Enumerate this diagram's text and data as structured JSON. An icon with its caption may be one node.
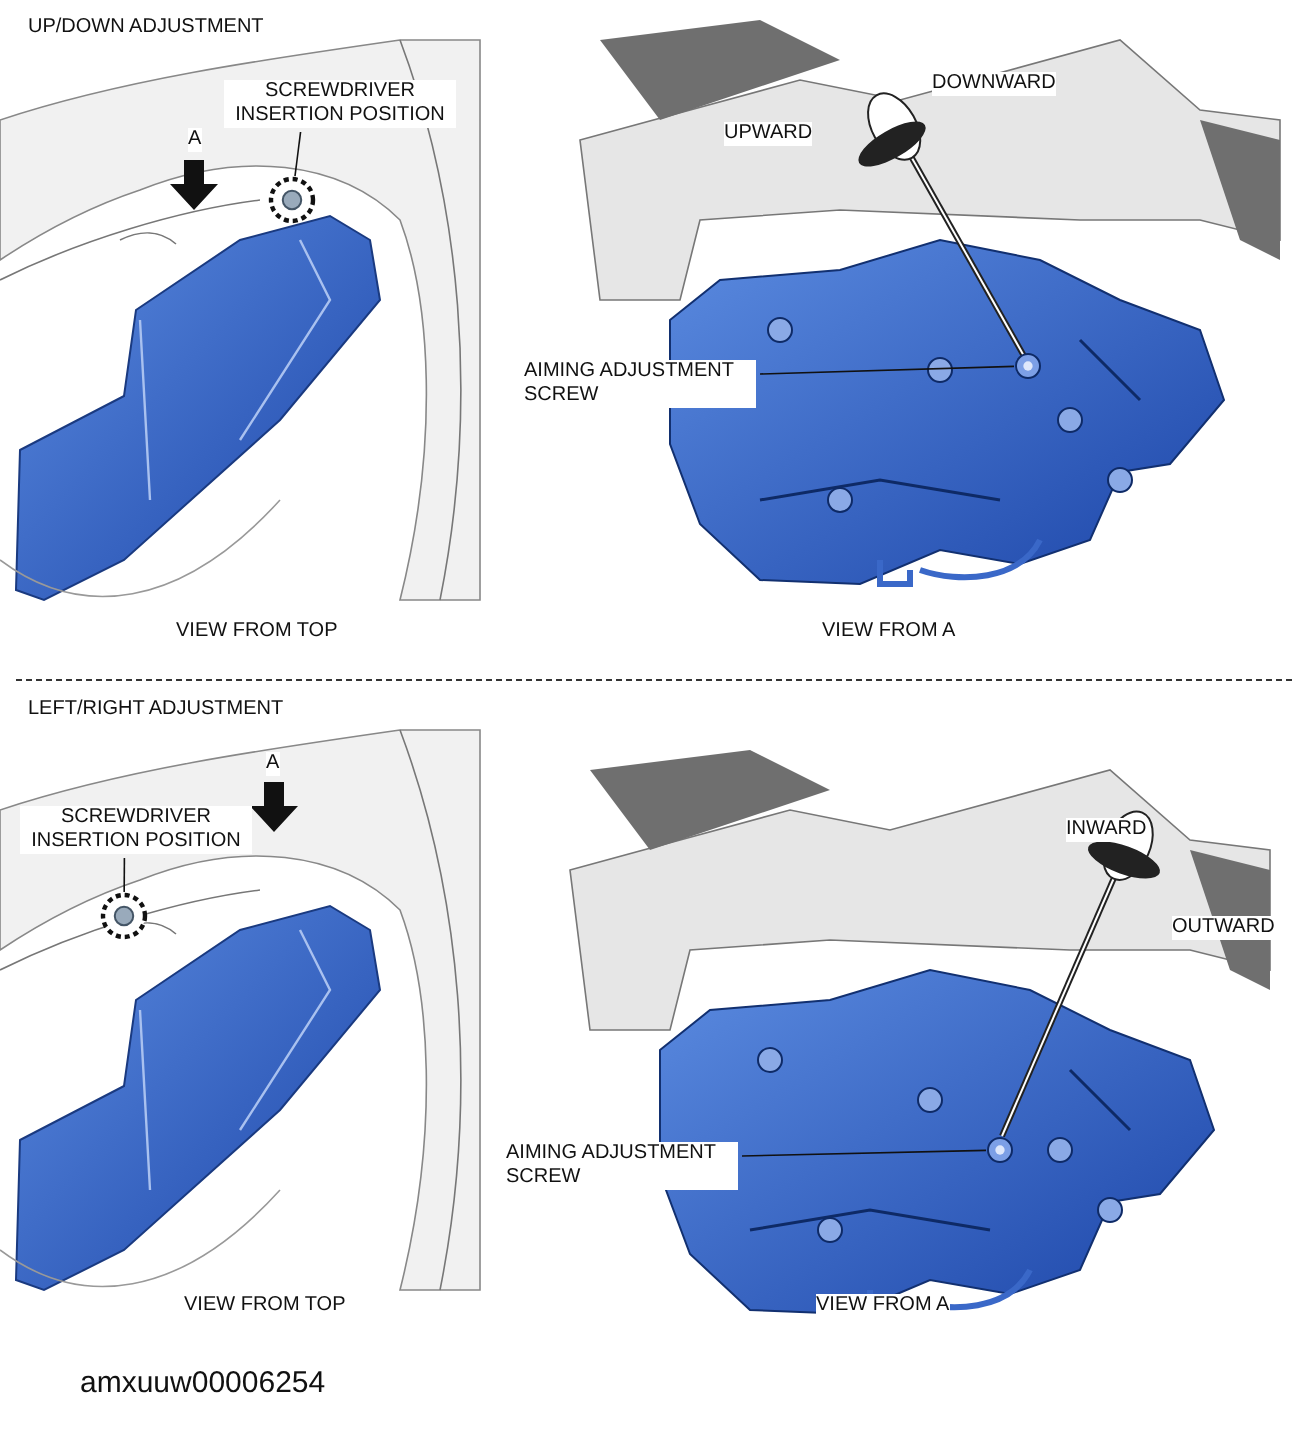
{
  "diagram": {
    "nodes": [
      {
        "text": [
          "SCREWDRIVER INSERTION POSITION"
        ]
      },
      {
        "text": [],
        "shape": "circle"
      },
      {
        "text": [
          "AIMING ADJUSTMENT SCREW"
        ]
      },
      {
        "text": [],
        "shape": "circle"
      },
      {
        "text": [
          "SCREWDRIVER INSERTION POSITION"
        ]
      },
      {
        "text": [],
        "shape": "circle"
      },
      {
        "text": [
          "AIMING ADJUSTMENT SCREW"
        ]
      },
      {
        "text": [],
        "shape": "circle"
      }
    ],
    "edges": [
      {
        "from": 0,
        "to": 1,
        "arrow": "none"
      },
      {
        "from": 2,
        "to": 3,
        "arrow": "none"
      },
      {
        "from": 4,
        "to": 5,
        "arrow": "none"
      },
      {
        "from": 6,
        "to": 7,
        "arrow": "none"
      }
    ],
    "labels": [
      "UP/DOWN ADJUSTMENT",
      "A",
      "DOWNWARD",
      "UPWARD",
      "VIEW FROM TOP",
      "VIEW FROM A",
      "LEFT/RIGHT ADJUSTMENT",
      "A",
      "INWARD",
      "OUTWARD",
      "VIEW FROM TOP",
      "VIEW FROM A",
      "amxuuw00006254"
    ]
  }
}
